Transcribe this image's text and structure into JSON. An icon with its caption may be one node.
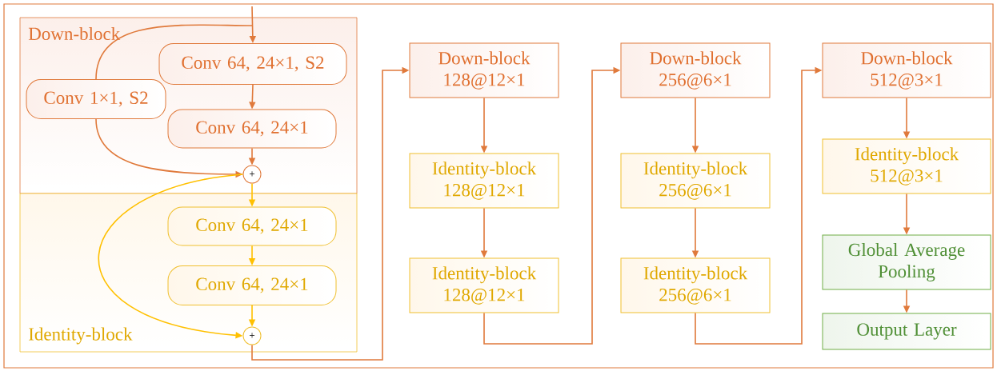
{
  "diagram": {
    "nodes": [
      {
        "text": [
          "Down-block"
        ]
      },
      {
        "text": [
          "Identity-block"
        ]
      },
      {
        "text": [
          "Conv 64, 24×1, S2"
        ],
        "in": 0
      },
      {
        "text": [
          "Conv 1×1, S2"
        ],
        "in": 0
      },
      {
        "text": [
          "Conv 64, 24×1"
        ],
        "in": 0
      },
      {
        "text": [
          "+"
        ],
        "in": 0
      },
      {
        "text": [
          "Conv 64, 24×1"
        ],
        "in": 1
      },
      {
        "text": [
          "Conv 64, 24×1"
        ],
        "in": 1
      },
      {
        "text": [
          "+"
        ],
        "in": 1
      },
      {
        "text": [
          "Down-block 128@12×1"
        ]
      },
      {
        "text": [
          "Identity-block 128@12×1"
        ]
      },
      {
        "text": [
          "Identity-block 128@12×1"
        ]
      },
      {
        "text": [
          "Down-block 256@6×1"
        ]
      },
      {
        "text": [
          "Identity-block 256@6×1"
        ]
      },
      {
        "text": [
          "Identity-block 256@6×1"
        ]
      },
      {
        "text": [
          "Down-block 512@3×1"
        ]
      },
      {
        "text": [
          "Identity-block 512@3×1"
        ]
      },
      {
        "text": [
          "Global Average Pooling"
        ]
      },
      {
        "text": [
          "Output Layer"
        ]
      }
    ],
    "edges": [
      {
        "from": null,
        "to": 2,
        "arrow": "to"
      },
      {
        "from": null,
        "to": 3,
        "arrow": "none"
      },
      {
        "from": 2,
        "to": 4,
        "arrow": "to"
      },
      {
        "from": 4,
        "to": 5,
        "arrow": "to"
      },
      {
        "from": 3,
        "to": 5,
        "arrow": "to"
      },
      {
        "from": 5,
        "to": 6,
        "arrow": "to",
        "color": "#ffc000"
      },
      {
        "from": 5,
        "to": 8,
        "arrow": "to",
        "color": "#ffc000"
      },
      {
        "from": 6,
        "to": 7,
        "arrow": "to",
        "color": "#ffc000"
      },
      {
        "from": 7,
        "to": 8,
        "arrow": "to",
        "color": "#ffc000"
      },
      {
        "from": 8,
        "to": 9,
        "arrow": "to"
      },
      {
        "from": 9,
        "to": 10,
        "arrow": "to"
      },
      {
        "from": 10,
        "to": 11,
        "arrow": "to"
      },
      {
        "from": 11,
        "to": 12,
        "arrow": "to"
      },
      {
        "from": 12,
        "to": 13,
        "arrow": "to"
      },
      {
        "from": 13,
        "to": 14,
        "arrow": "to"
      },
      {
        "from": 14,
        "to": 15,
        "arrow": "to"
      },
      {
        "from": 15,
        "to": 16,
        "arrow": "to"
      },
      {
        "from": 16,
        "to": 17,
        "arrow": "to"
      },
      {
        "from": 17,
        "to": 18,
        "arrow": "to"
      }
    ]
  }
}
